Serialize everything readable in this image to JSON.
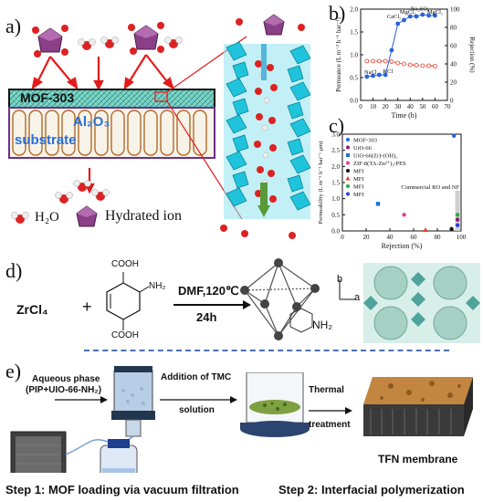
{
  "panel_a": {
    "letter": "a)",
    "mof_label": "MOF-303",
    "substrate_label": "Al₂O₃",
    "substrate_label2": "substrate",
    "legend_water": "H₂O",
    "legend_ion": "Hydrated ion"
  },
  "panel_b": {
    "letter": "b)",
    "annotations": {
      "nacl": "NaCl",
      "kcl": "KCl",
      "cacl2": "CaCl₂",
      "mgcl2": "MgCl₂",
      "na2so4": "Na₂SO₄",
      "mgcl2b": "MgCl₂"
    }
  },
  "panel_c": {
    "letter": "c)",
    "legend": [
      {
        "label": "MOF-303",
        "color": "#2a62d9",
        "shape": "circle"
      },
      {
        "label": "UiO-66",
        "color": "#8c1a7a",
        "shape": "circle"
      },
      {
        "label": "UiO-66(Zr)-(OH)₂",
        "color": "#1e73c8",
        "shape": "square"
      },
      {
        "label": "ZIF-8(TA-Zn²⁺)₃/PES",
        "color": "#e63ca6",
        "shape": "circle"
      },
      {
        "label": "MFI",
        "color": "#111111",
        "shape": "circle"
      },
      {
        "label": "MFI",
        "color": "#e23a2a",
        "shape": "triangle"
      },
      {
        "label": "MFI",
        "color": "#2aa84a",
        "shape": "circle"
      },
      {
        "label": "MFI",
        "color": "#2a3fd9",
        "shape": "circle"
      }
    ],
    "annotation": "Commercial RO and NF"
  },
  "panel_d": {
    "letter": "d)",
    "reagent": "ZrCl₄",
    "plus": "+",
    "cooh_top": "COOH",
    "nh2": "NH₂",
    "cooh_bottom": "COOH",
    "condition1": "DMF,120℃",
    "condition2": "24h",
    "nh2_product": "NH₂",
    "axis_b": "b",
    "axis_a": "a"
  },
  "panel_e": {
    "letter": "e)",
    "aqueous1": "Aqueous phase",
    "aqueous2": "(PIP+UIO-66-NH₂)",
    "addition1": "Addition of TMC",
    "addition2": "solution",
    "thermal1": "Thermal",
    "thermal2": "treatment",
    "tfn": "TFN membrane",
    "step1": "Step 1: MOF loading via vacuum filtration",
    "step2": "Step 2: Interfacial polymerization"
  },
  "chart_data": [
    {
      "type": "line",
      "panel": "b",
      "xlabel": "Time (h)",
      "ylabel": "Permeance (L m⁻² h⁻¹ bar⁻¹)",
      "ylabel2": "Rejection (%)",
      "xlim": [
        0,
        70
      ],
      "ylim": [
        0,
        2.0
      ],
      "y2lim": [
        0,
        100
      ],
      "xticks": [
        0,
        10,
        20,
        30,
        40,
        50,
        60,
        70
      ],
      "yticks": [
        0,
        0.5,
        1.0,
        1.5,
        2.0
      ],
      "y2ticks": [
        0,
        20,
        40,
        60,
        80,
        100
      ],
      "series": [
        {
          "axis": "left",
          "color": "#e83a2a",
          "style": "dashed-open-circle",
          "x": [
            5,
            10,
            15,
            20,
            25,
            30,
            35,
            40,
            45,
            50,
            55,
            60
          ],
          "y": [
            0.86,
            0.86,
            0.86,
            0.86,
            0.85,
            0.82,
            0.8,
            0.78,
            0.77,
            0.76,
            0.76,
            0.75
          ]
        },
        {
          "axis": "right",
          "color": "#2a62d9",
          "style": "solid-filled-circle",
          "x": [
            5,
            10,
            15,
            20,
            25,
            30,
            35,
            40,
            45,
            50,
            55,
            60
          ],
          "y": [
            26,
            27,
            28,
            28,
            55,
            84,
            88,
            92,
            92,
            94,
            93,
            93
          ]
        }
      ]
    },
    {
      "type": "scatter",
      "panel": "c",
      "xlabel": "Rejection (%)",
      "ylabel": "Permeability (L m⁻² h⁻¹ bar⁻¹ μm)",
      "xlim": [
        0,
        100
      ],
      "ylim": [
        0,
        3.0
      ],
      "xticks": [
        0,
        20,
        40,
        60,
        80,
        100
      ],
      "yticks": [
        0.0,
        0.5,
        1.0,
        1.5,
        2.0,
        2.5,
        3.0
      ],
      "points": [
        {
          "x": 94,
          "y": 2.95,
          "series": 0
        },
        {
          "x": 97,
          "y": 0.35,
          "series": 1
        },
        {
          "x": 30,
          "y": 0.84,
          "series": 2
        },
        {
          "x": 52,
          "y": 0.5,
          "series": 3
        },
        {
          "x": 92,
          "y": 0.06,
          "series": 4
        },
        {
          "x": 70,
          "y": 0.03,
          "series": 5
        },
        {
          "x": 97,
          "y": 0.5,
          "series": 6
        },
        {
          "x": 97,
          "y": 0.18,
          "series": 7
        }
      ]
    }
  ]
}
